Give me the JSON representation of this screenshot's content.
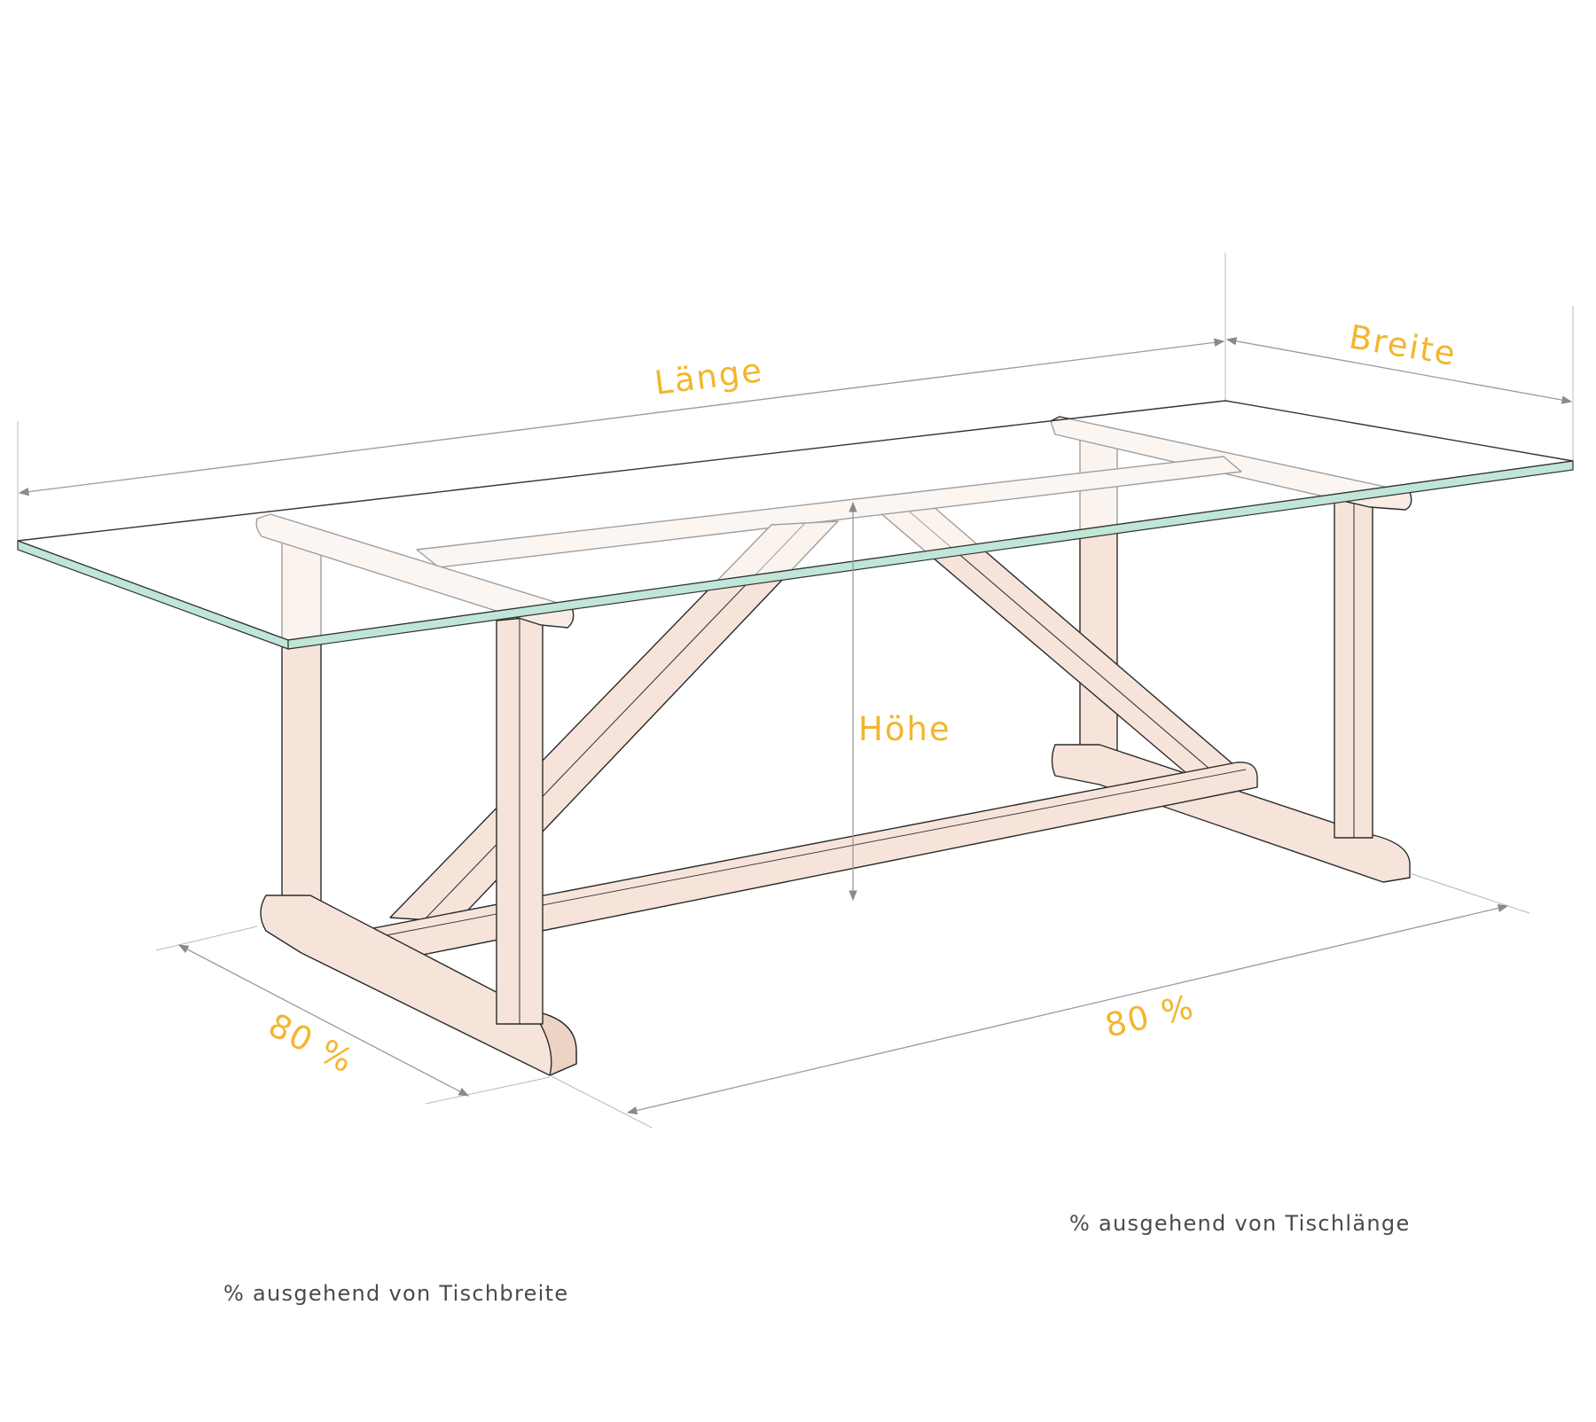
{
  "labels": {
    "length": "Länge",
    "width": "Breite",
    "height": "Höhe",
    "percent_width": "80 %",
    "percent_length": "80 %"
  },
  "notes": {
    "length_basis": "% ausgehend von Tischlänge",
    "width_basis": "% ausgehend von Tischbreite"
  },
  "colors": {
    "accent": "#f2b62e",
    "wood": "#f6e4da",
    "glass_edge": "#bfe6d8",
    "dimension_line": "#9a9a9a"
  }
}
